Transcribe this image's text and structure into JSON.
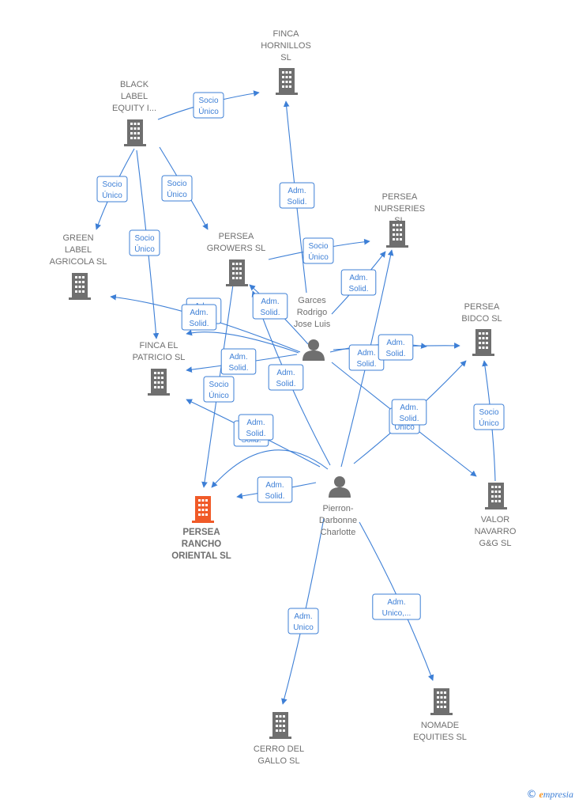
{
  "colors": {
    "edge": "#3d7fd6",
    "building": "#6f6f6f",
    "building_main": "#f05a28",
    "person": "#6f6f6f",
    "text": "#6f6f6f"
  },
  "brand": {
    "copyright": "©",
    "initial": "e",
    "rest": "mpresia"
  },
  "nodes": [
    {
      "id": "finca-hornillos",
      "type": "building",
      "lines": [
        "FINCA",
        "HORNILLOS",
        "SL"
      ]
    },
    {
      "id": "black-label",
      "type": "building",
      "lines": [
        "BLACK",
        "LABEL",
        "EQUITY I..."
      ]
    },
    {
      "id": "persea-nurseries",
      "type": "building",
      "lines": [
        "PERSEA",
        "NURSERIES",
        "SL"
      ]
    },
    {
      "id": "green-label",
      "type": "building",
      "lines": [
        "GREEN",
        "LABEL",
        "AGRICOLA  SL"
      ]
    },
    {
      "id": "persea-growers",
      "type": "building",
      "lines": [
        "PERSEA",
        "GROWERS  SL"
      ]
    },
    {
      "id": "persea-bidco",
      "type": "building",
      "lines": [
        "PERSEA",
        "BIDCO  SL"
      ]
    },
    {
      "id": "finca-patricio",
      "type": "building",
      "lines": [
        "FINCA EL",
        "PATRICIO  SL"
      ]
    },
    {
      "id": "persea-rancho",
      "type": "building",
      "main": true,
      "lines": [
        "PERSEA",
        "RANCHO",
        "ORIENTAL  SL"
      ]
    },
    {
      "id": "valor-navarro",
      "type": "building",
      "lines": [
        "VALOR",
        "NAVARRO",
        "G&G  SL"
      ]
    },
    {
      "id": "cerro-gallo",
      "type": "building",
      "lines": [
        "CERRO DEL",
        "GALLO  SL"
      ]
    },
    {
      "id": "nomade",
      "type": "building",
      "lines": [
        "NOMADE",
        "EQUITIES  SL"
      ]
    },
    {
      "id": "garces",
      "type": "person",
      "lines": [
        "Garces",
        "Rodrigo",
        "Jose Luis"
      ]
    },
    {
      "id": "pierron",
      "type": "person",
      "lines": [
        "Pierron-",
        "Darbonne",
        "Charlotte"
      ]
    }
  ],
  "edge_labels": [
    {
      "id": "bl-fh",
      "lines": [
        "Socio",
        "Único"
      ]
    },
    {
      "id": "bl-gl",
      "lines": [
        "Socio",
        "Único"
      ]
    },
    {
      "id": "bl-pg",
      "lines": [
        "Socio",
        "Único"
      ]
    },
    {
      "id": "bl-fp",
      "lines": [
        "Socio",
        "Único"
      ]
    },
    {
      "id": "ga-fh",
      "lines": [
        "Adm.",
        "Solid."
      ]
    },
    {
      "id": "pg-pn",
      "lines": [
        "Socio",
        "Único"
      ]
    },
    {
      "id": "ga-pn",
      "lines": [
        "Adm.",
        "Solid."
      ]
    },
    {
      "id": "ga-pg",
      "lines": [
        "Adm.",
        "Solid."
      ]
    },
    {
      "id": "ga-gl-a",
      "lines": [
        "Adm.",
        "Solid."
      ]
    },
    {
      "id": "ga-gl-b",
      "lines": [
        "Adm.",
        "Solid."
      ]
    },
    {
      "id": "ga-fp",
      "lines": [
        "Adm.",
        "Solid."
      ]
    },
    {
      "id": "pi-pg",
      "lines": [
        "Adm.",
        "Solid."
      ]
    },
    {
      "id": "pg-pr",
      "lines": [
        "Socio",
        "Único"
      ]
    },
    {
      "id": "pi-fp-a",
      "lines": [
        "Adm.",
        "Solid."
      ]
    },
    {
      "id": "pi-fp-b",
      "lines": [
        "Adm.",
        "Solid."
      ]
    },
    {
      "id": "pi-pr",
      "lines": [
        "Adm.",
        "Solid."
      ]
    },
    {
      "id": "ga-pb-a",
      "lines": [
        "Adm.",
        "Solid."
      ]
    },
    {
      "id": "ga-pb-b",
      "lines": [
        "Adm.",
        "Solid."
      ]
    },
    {
      "id": "ga-vn",
      "lines": [
        "Socio",
        "Único"
      ]
    },
    {
      "id": "pi-pb",
      "lines": [
        "Adm.",
        "Solid."
      ]
    },
    {
      "id": "vn-pb",
      "lines": [
        "Socio",
        "Único"
      ]
    },
    {
      "id": "pi-cg",
      "lines": [
        "Adm.",
        "Unico"
      ]
    },
    {
      "id": "pi-ne",
      "lines": [
        "Adm.",
        "Unico,..."
      ]
    }
  ]
}
